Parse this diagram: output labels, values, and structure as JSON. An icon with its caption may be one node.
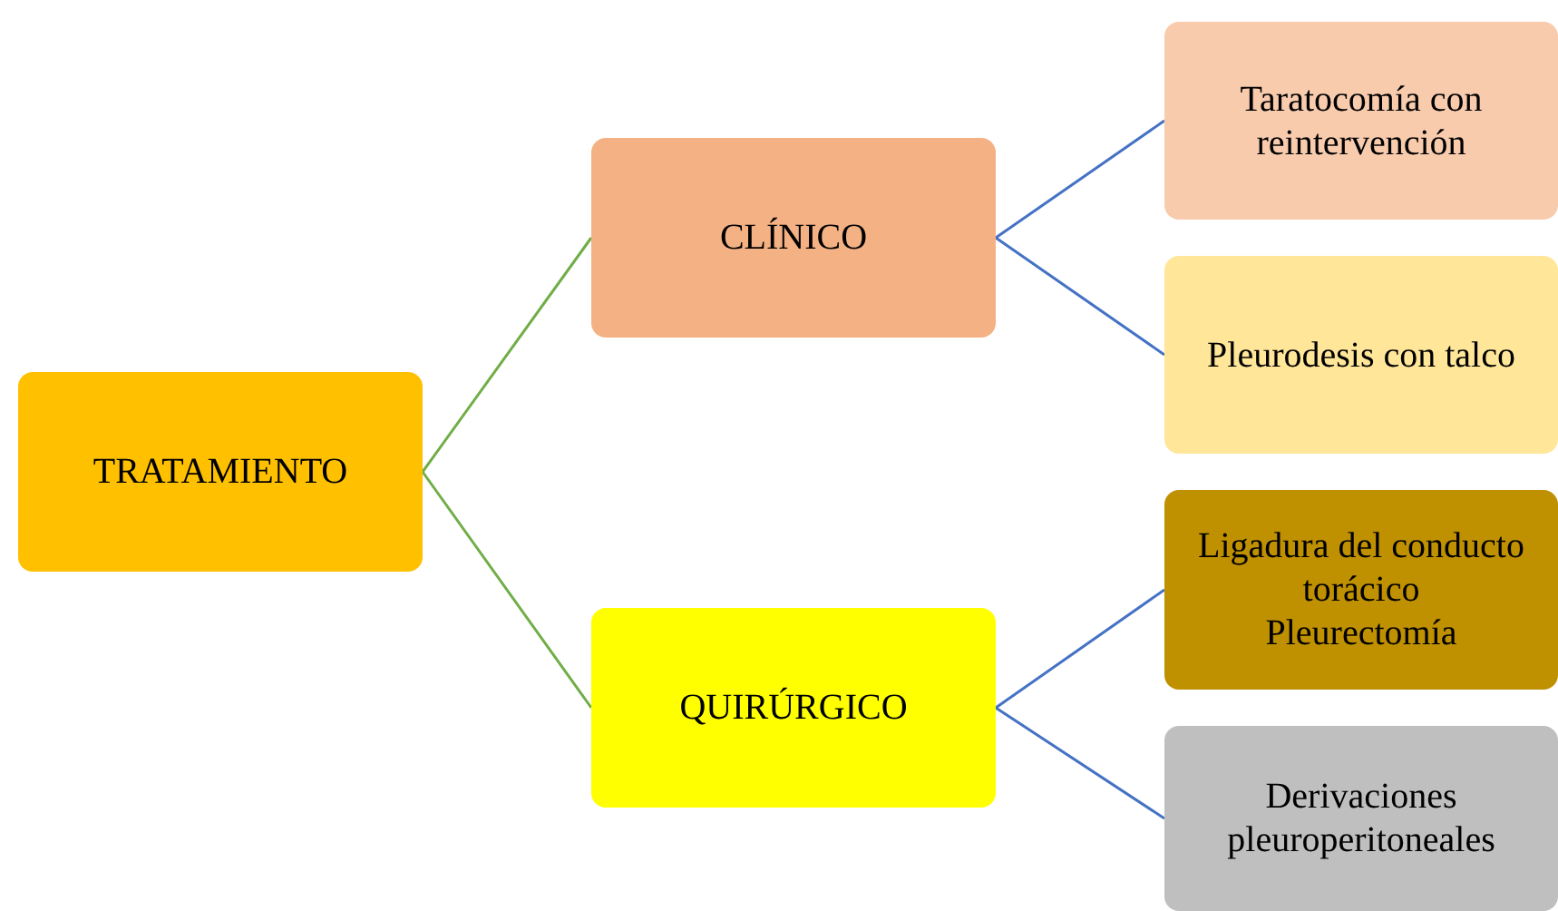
{
  "diagram": {
    "nodes": [
      {
        "text": [
          "TRATAMIENTO"
        ]
      },
      {
        "text": [
          "CLÍNICO"
        ]
      },
      {
        "text": [
          "QUIRÚRGICO"
        ]
      },
      {
        "text": [
          "Taratocomía con reintervención"
        ]
      },
      {
        "text": [
          "Pleurodesis con talco"
        ]
      },
      {
        "text": [
          "Ligadura del conducto torácico",
          "Pleurectomía"
        ]
      },
      {
        "text": [
          "Derivaciones pleuroperitoneales"
        ]
      }
    ],
    "edges": [
      {
        "from": 0,
        "to": 1,
        "arrow": "none",
        "color": "#70ad47"
      },
      {
        "from": 0,
        "to": 2,
        "arrow": "none",
        "color": "#70ad47"
      },
      {
        "from": 1,
        "to": 3,
        "arrow": "none"
      },
      {
        "from": 1,
        "to": 4,
        "arrow": "none"
      },
      {
        "from": 2,
        "to": 5,
        "arrow": "none"
      },
      {
        "from": 2,
        "to": 6,
        "arrow": "none"
      }
    ]
  }
}
